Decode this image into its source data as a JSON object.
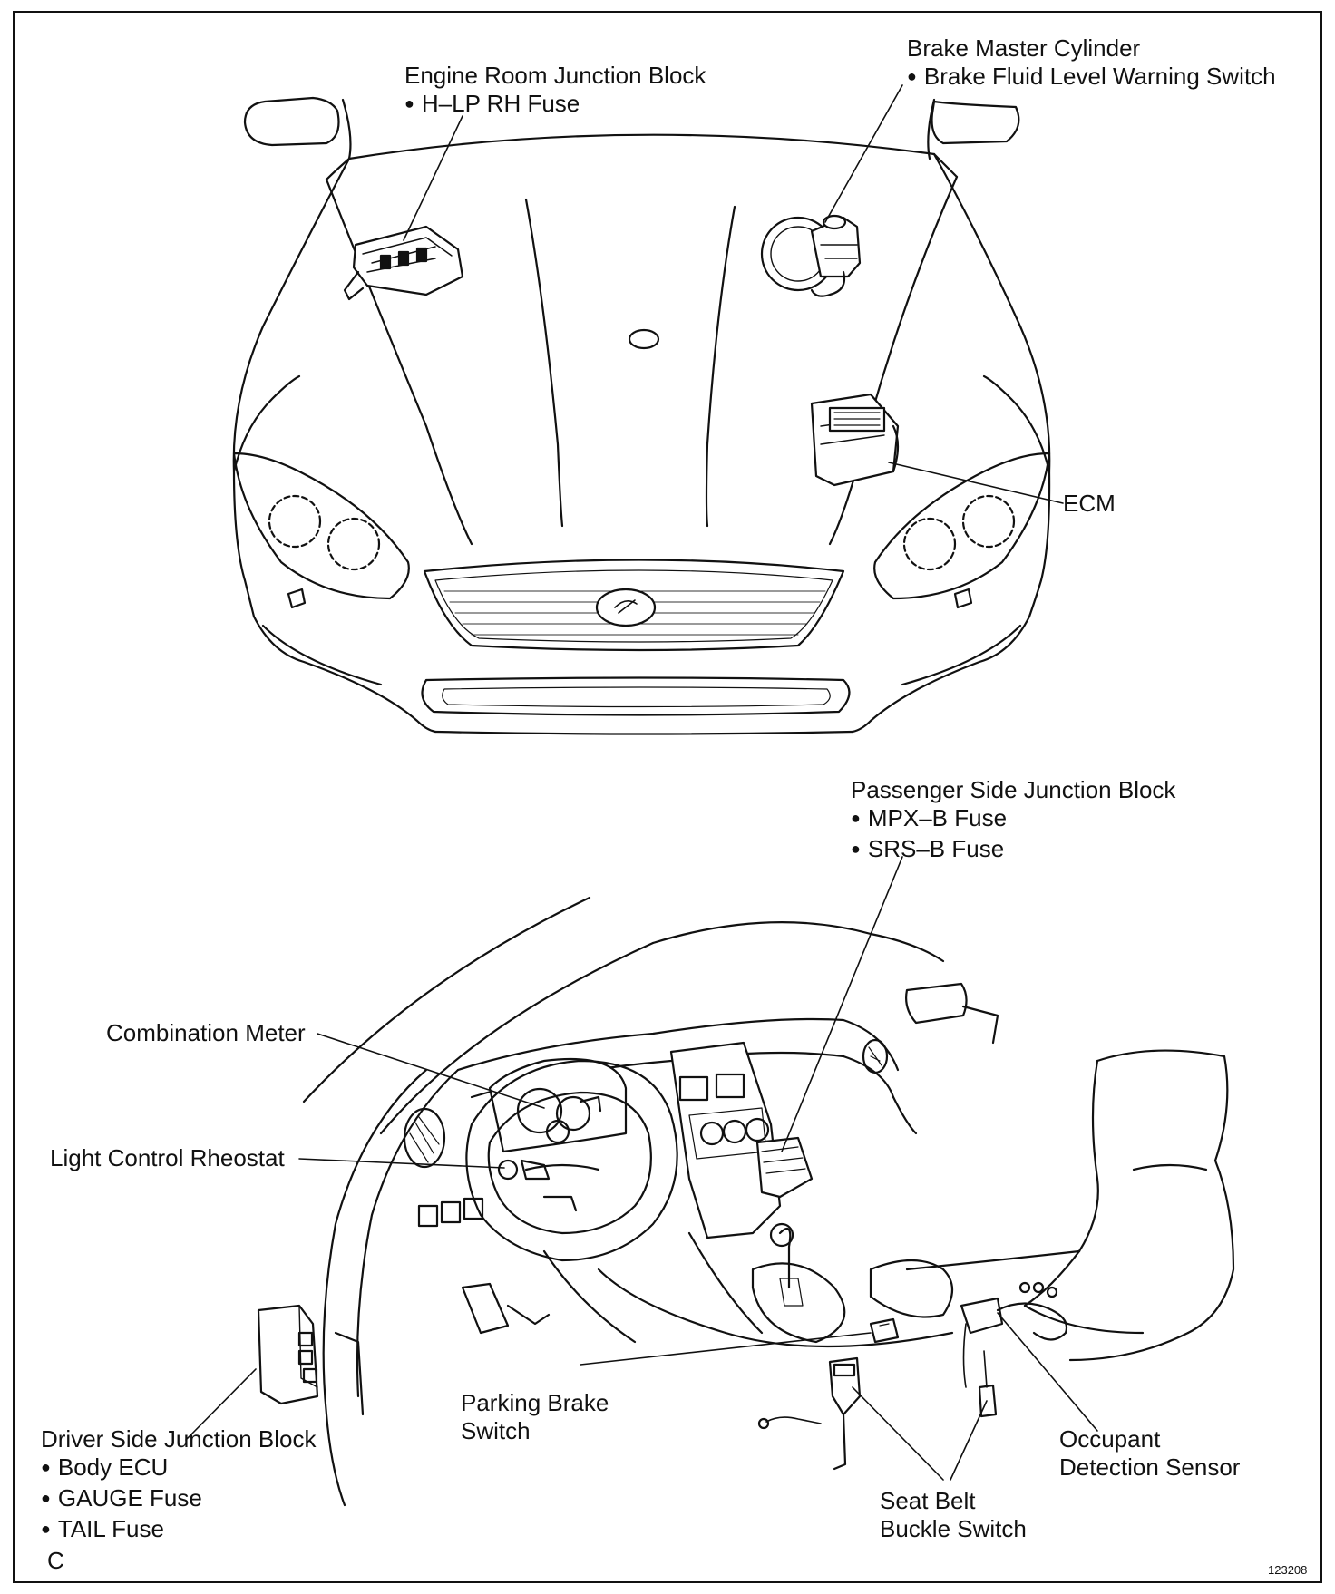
{
  "labels": {
    "engine_room_jb": {
      "title": "Engine Room Junction Block",
      "items": [
        "H–LP RH Fuse"
      ]
    },
    "brake_master": {
      "title": "Brake Master Cylinder",
      "items": [
        "Brake Fluid Level Warning Switch"
      ]
    },
    "ecm": {
      "title": "ECM"
    },
    "passenger_jb": {
      "title": "Passenger Side Junction Block",
      "items": [
        "MPX–B Fuse",
        "SRS–B Fuse"
      ]
    },
    "combination_meter": {
      "title": "Combination Meter"
    },
    "light_control": {
      "title": "Light Control Rheostat"
    },
    "driver_jb": {
      "title": "Driver Side Junction Block",
      "items": [
        "Body ECU",
        "GAUGE Fuse",
        "TAIL Fuse"
      ]
    },
    "parking_brake": {
      "lines": [
        "Parking Brake",
        "Switch"
      ]
    },
    "seat_belt": {
      "lines": [
        "Seat Belt",
        "Buckle Switch"
      ]
    },
    "occupant": {
      "lines": [
        "Occupant",
        "Detection Sensor"
      ]
    }
  },
  "corner_letter": "C",
  "figure_id": "123208"
}
